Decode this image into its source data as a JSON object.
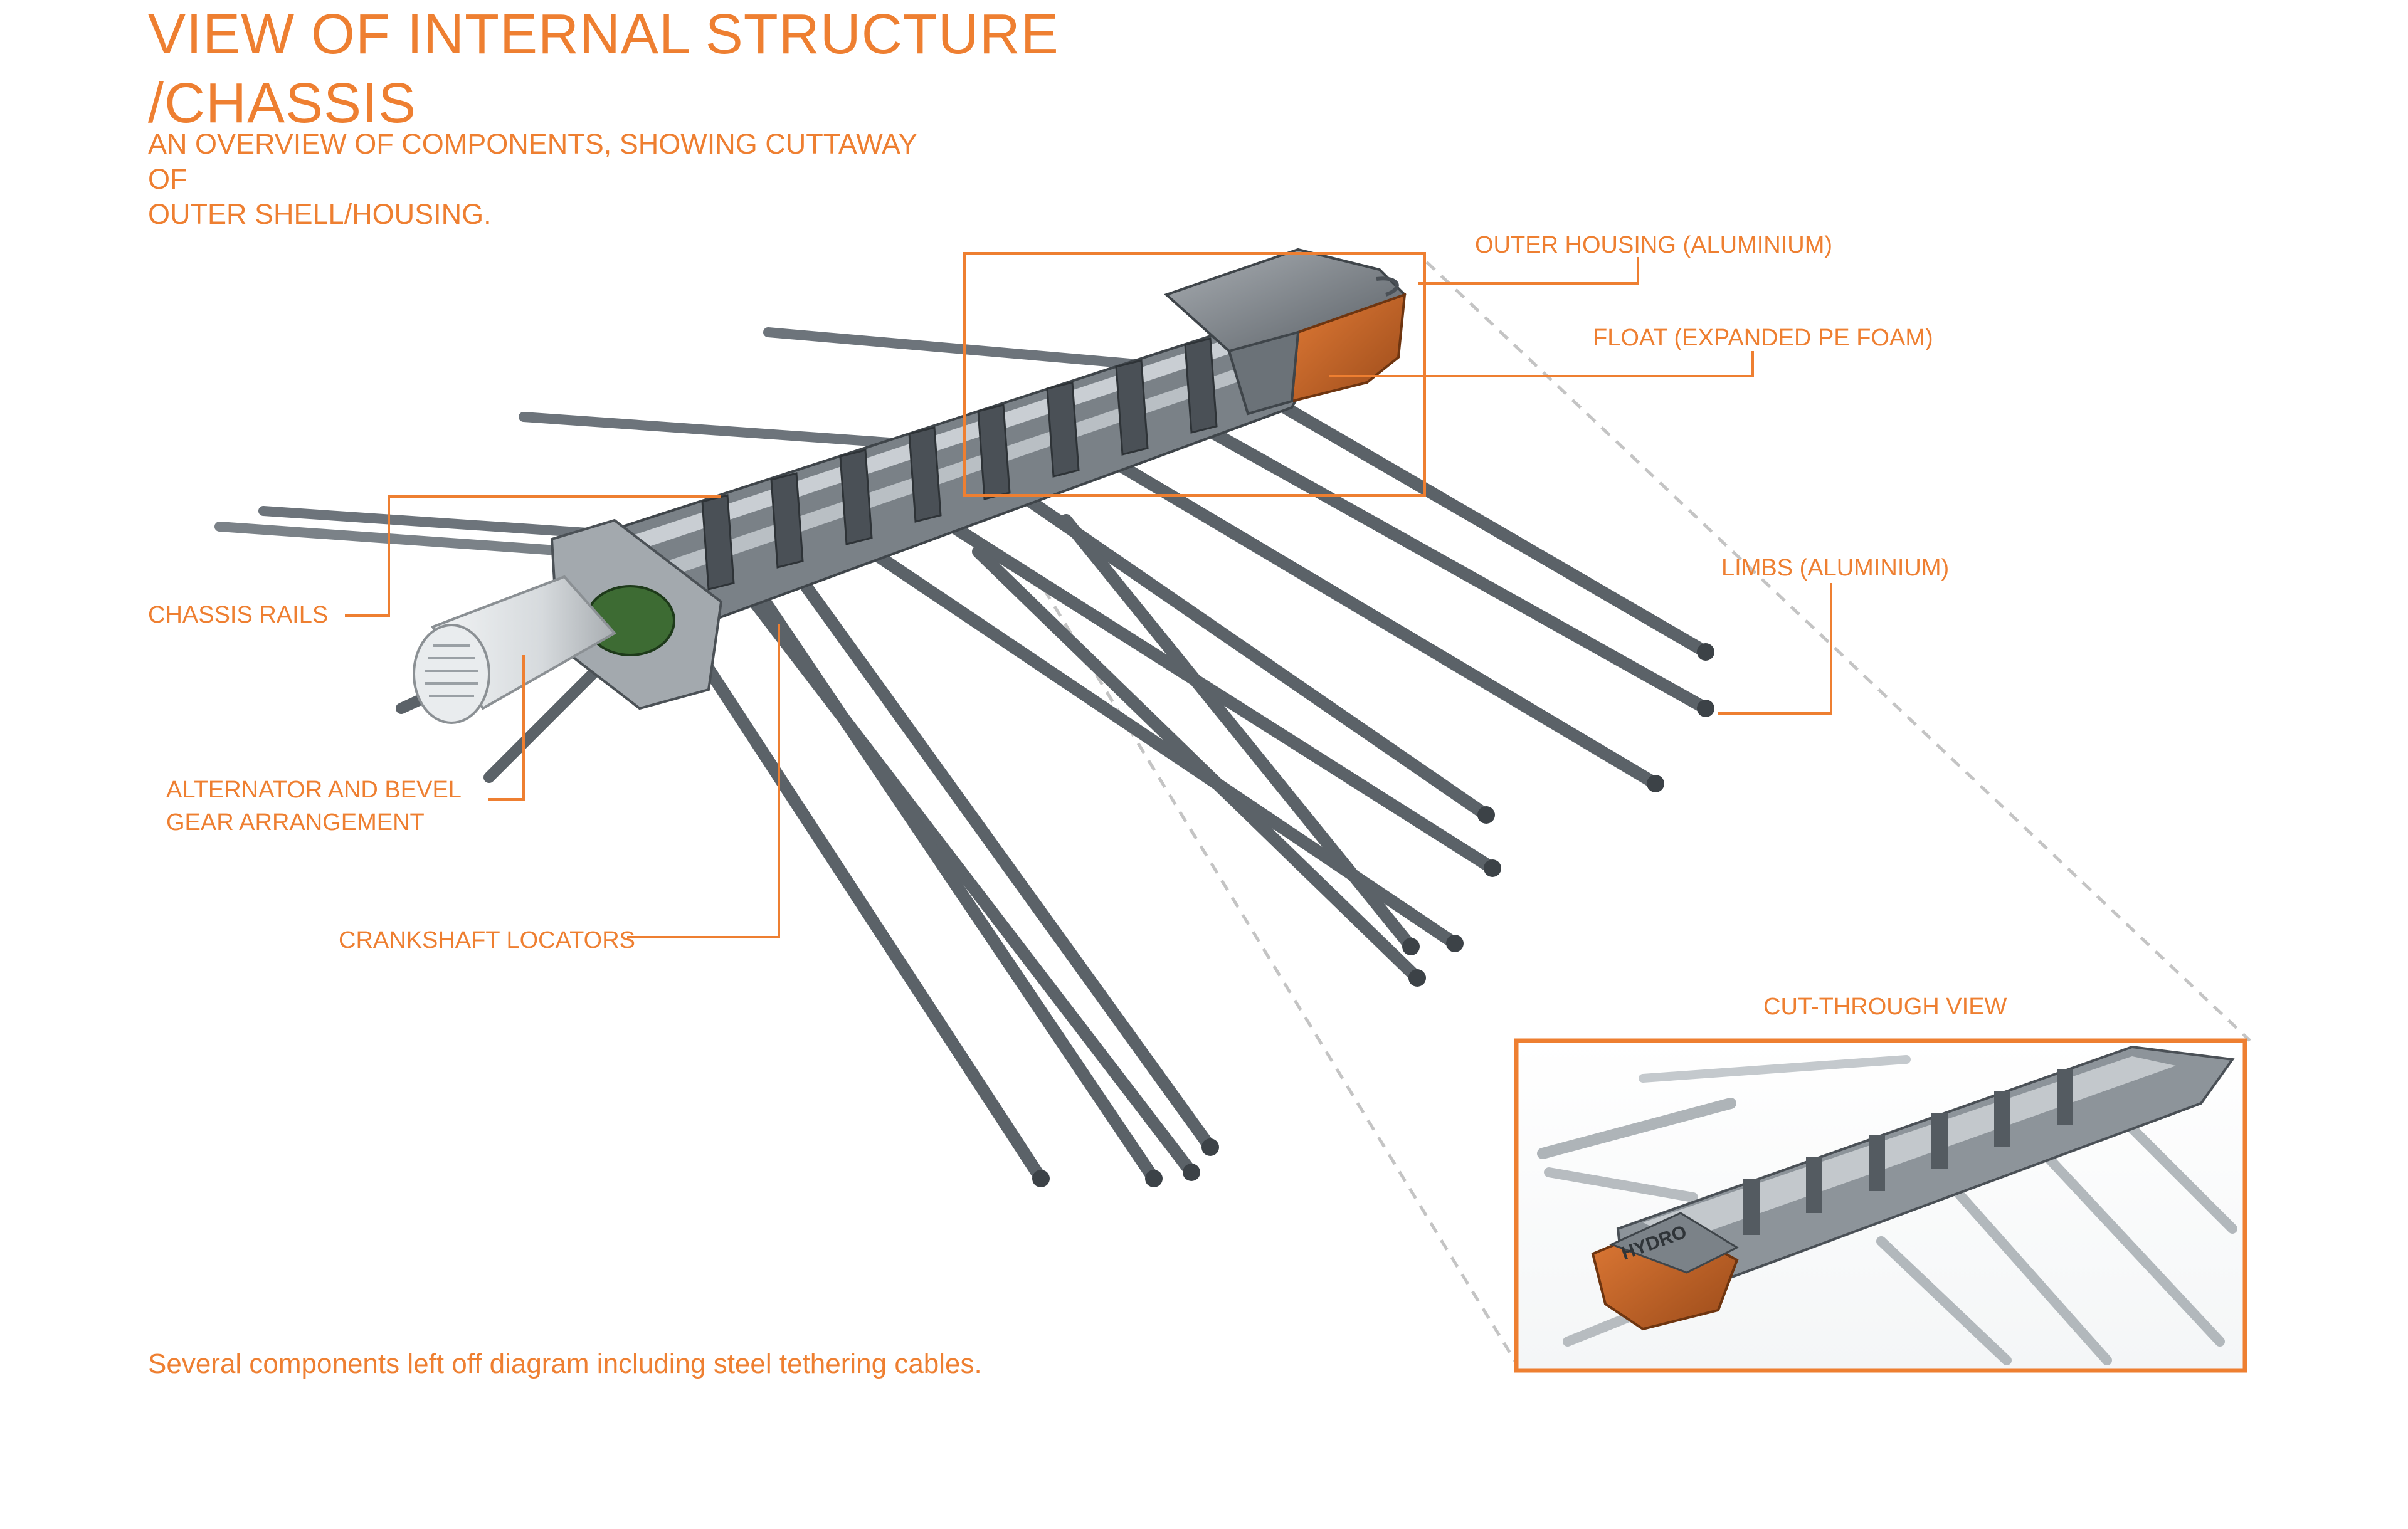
{
  "header": {
    "title_line1": "VIEW OF INTERNAL STRUCTURE",
    "title_line2": "/CHASSIS",
    "subtitle_line1": "AN OVERVIEW OF COMPONENTS, SHOWING CUTTAWAY OF",
    "subtitle_line2": "OUTER SHELL/HOUSING."
  },
  "labels": {
    "outer_housing": "OUTER HOUSING (ALUMINIUM)",
    "float": "FLOAT (EXPANDED PE FOAM)",
    "limbs": "LIMBS (ALUMINIUM)",
    "chassis_rails": "CHASSIS RAILS",
    "alternator_line1": "ALTERNATOR AND BEVEL",
    "alternator_line2": "GEAR ARRANGEMENT",
    "crankshaft_locators": "CRANKSHAFT LOCATORS",
    "cut_through_view": "CUT-THROUGH VIEW"
  },
  "inset_detail_text": "HYDRO",
  "footnote": "Several components left off diagram including steel tethering cables.",
  "colors": {
    "accent": "#ee7f31",
    "steel_dark": "#5f666d",
    "steel_light": "#c9ced3",
    "float": "#c9692a",
    "dashed_zoom_line": "#c4c4c4"
  }
}
